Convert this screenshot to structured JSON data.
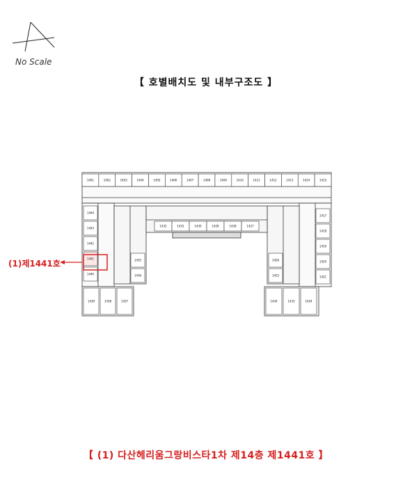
{
  "header": {
    "scale_note": "No Scale",
    "title": "【  호별배치도 및 내부구조도  】"
  },
  "callout": {
    "label": "(1)제1441호"
  },
  "plan": {
    "top_row_units": [
      "1401",
      "1402",
      "1403",
      "1404",
      "1405",
      "1406",
      "1407",
      "1408",
      "1409",
      "1410",
      "1411",
      "1412",
      "1413",
      "1414",
      "1415"
    ],
    "left_wing_units": [
      "1444",
      "1443",
      "1442",
      "1441",
      "1440"
    ],
    "right_wing_units": [
      "1417",
      "1418",
      "1419",
      "1420",
      "1421"
    ],
    "inner_left_units": [
      "1435",
      "1436"
    ],
    "inner_right_units": [
      "1426",
      "1425"
    ],
    "middle_units": [
      "1432",
      "1431",
      "1430",
      "1429",
      "1428",
      "1427"
    ],
    "bottom_left_units": [
      "1439",
      "1438",
      "1437"
    ],
    "bottom_right_units": [
      "1434",
      "1433",
      "1424"
    ],
    "highlighted_unit": "1441",
    "highlight_color": "#d61f1f"
  },
  "footer": {
    "text": "【  (1) 다산헤리움그랑비스타1차 제14층 제1441호  】"
  }
}
